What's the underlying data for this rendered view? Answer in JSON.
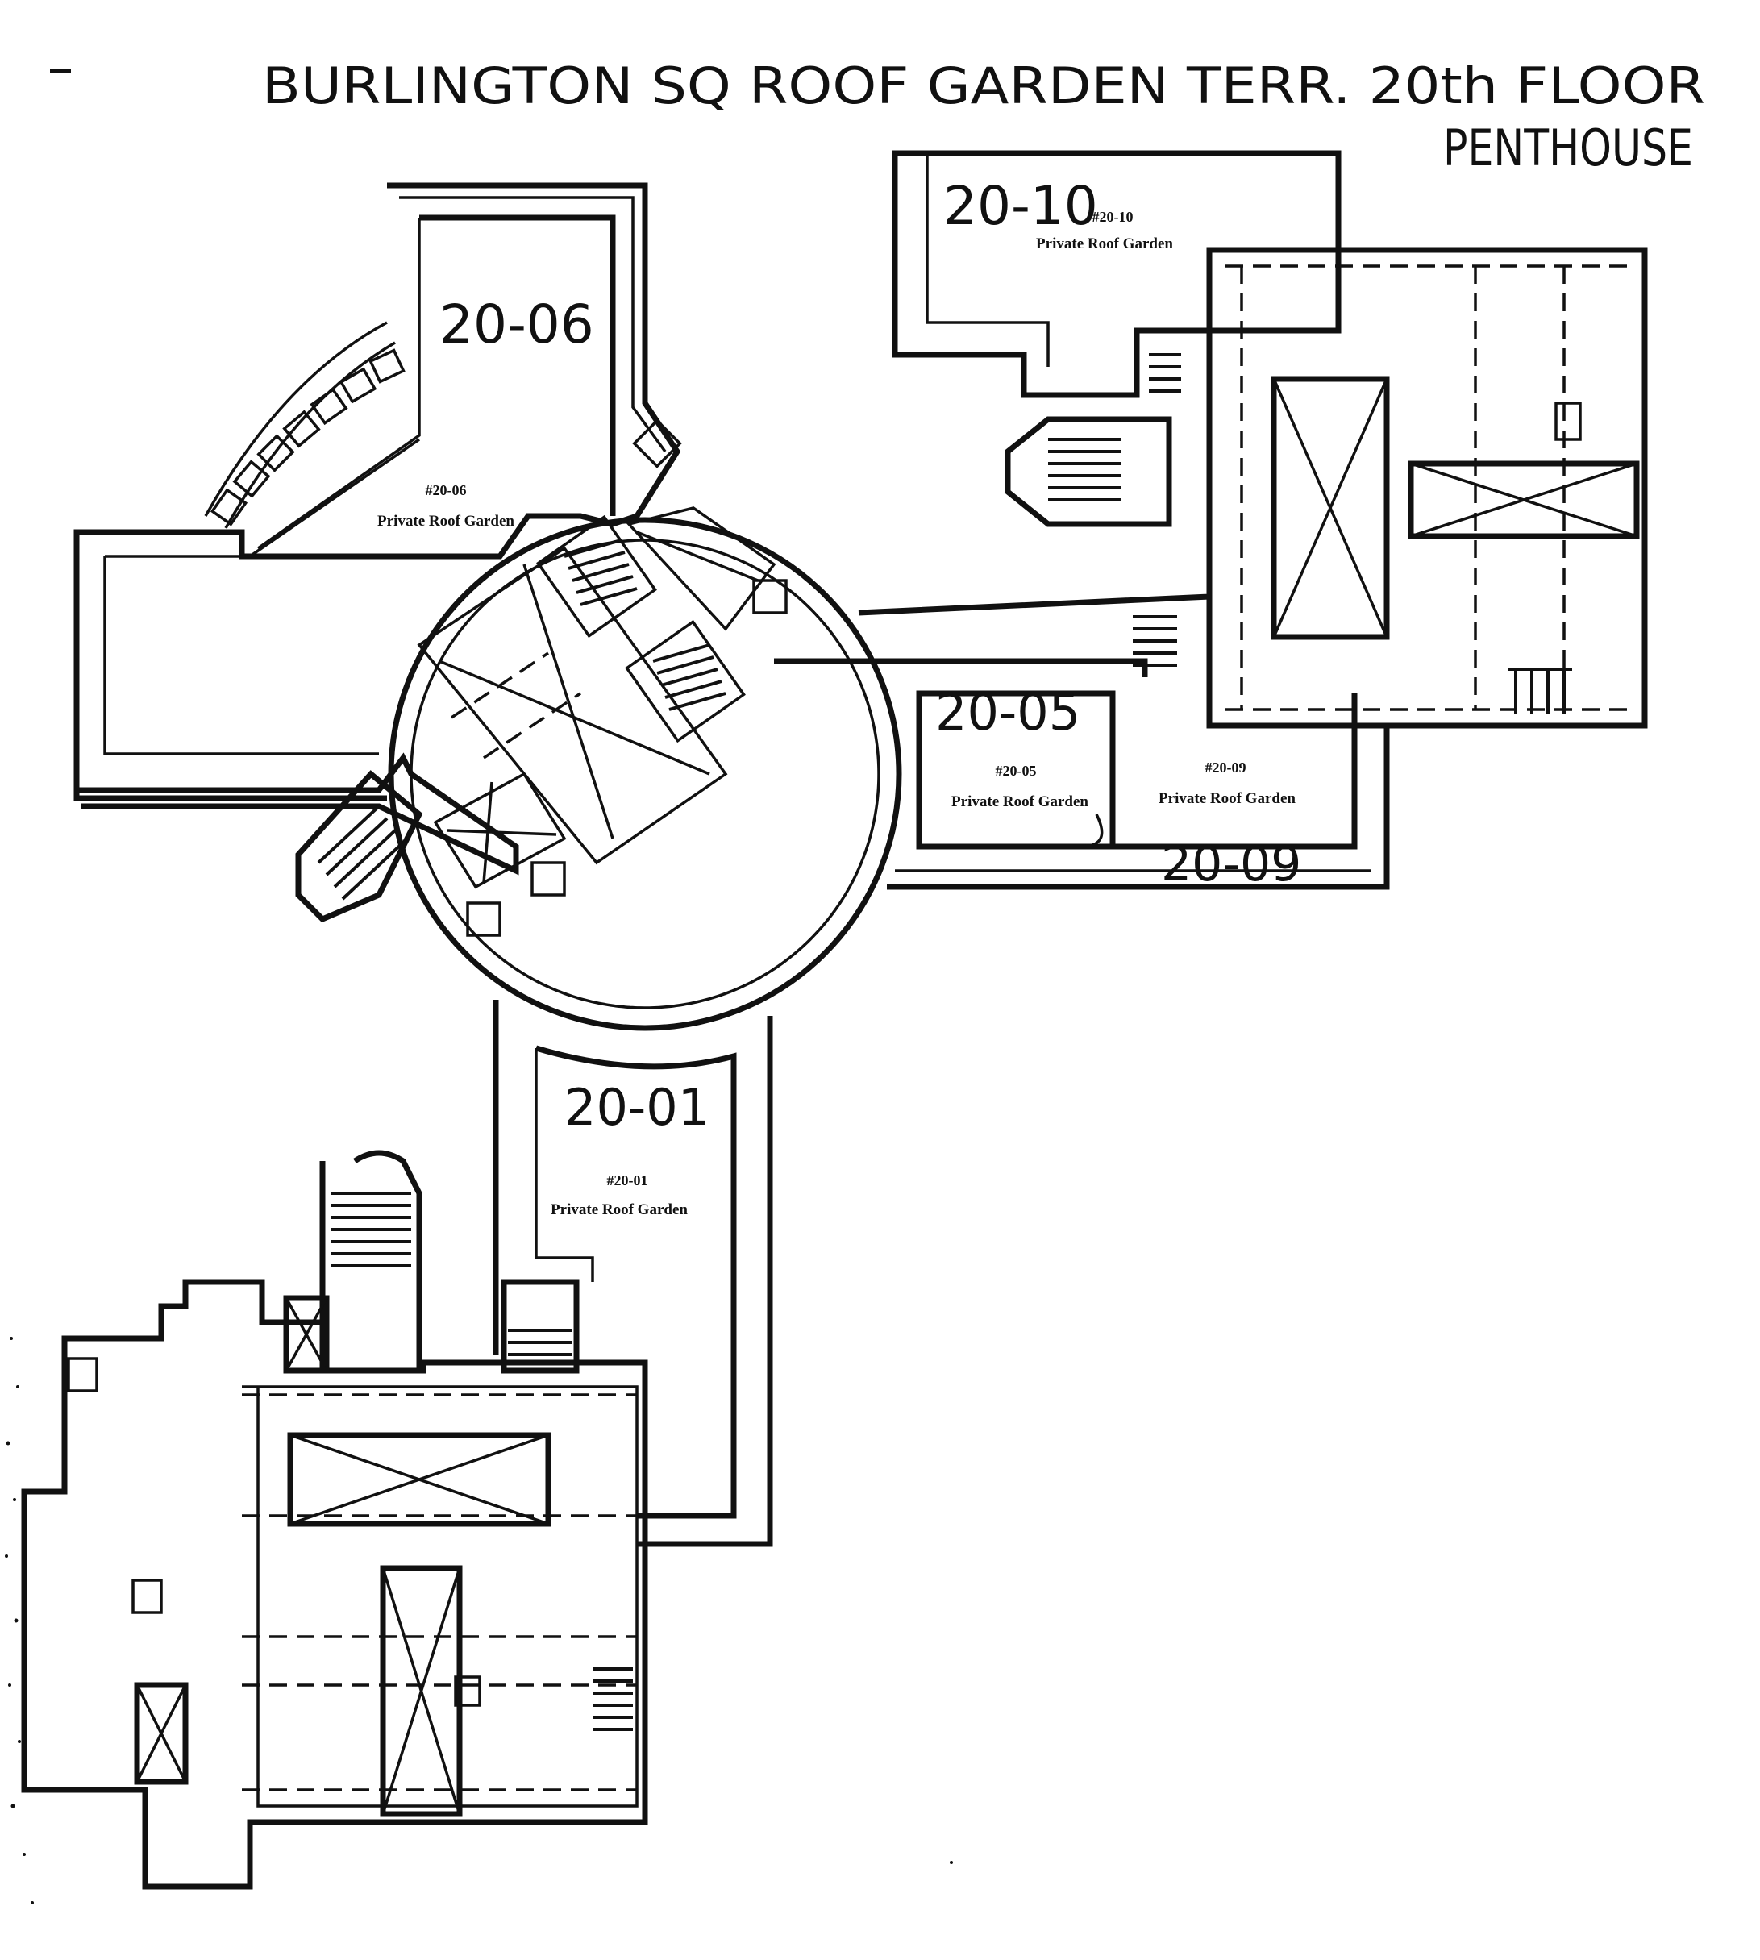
{
  "header": {
    "title_line1": "BURLINGTON SQ   ROOF GARDEN TERR.   20th FLOOR",
    "title_line2": "PENTHOUSE"
  },
  "units": [
    {
      "id": "u2006",
      "handwritten": "20-06",
      "printed_no": "#20-06",
      "printed_caption": "Private Roof Garden"
    },
    {
      "id": "u2010",
      "handwritten": "20-10",
      "printed_no": "#20-10",
      "printed_caption": "Private Roof Garden"
    },
    {
      "id": "u2005",
      "handwritten": "20-05",
      "printed_no": "#20-05",
      "printed_caption": "Private Roof Garden"
    },
    {
      "id": "u2009",
      "handwritten": "20-09",
      "printed_no": "#20-09",
      "printed_caption": "Private Roof Garden"
    },
    {
      "id": "u2001",
      "handwritten": "20-01",
      "printed_no": "#20-01",
      "printed_caption": "Private Roof Garden"
    }
  ],
  "colors": {
    "ink": "#111111",
    "paper": "#ffffff"
  }
}
